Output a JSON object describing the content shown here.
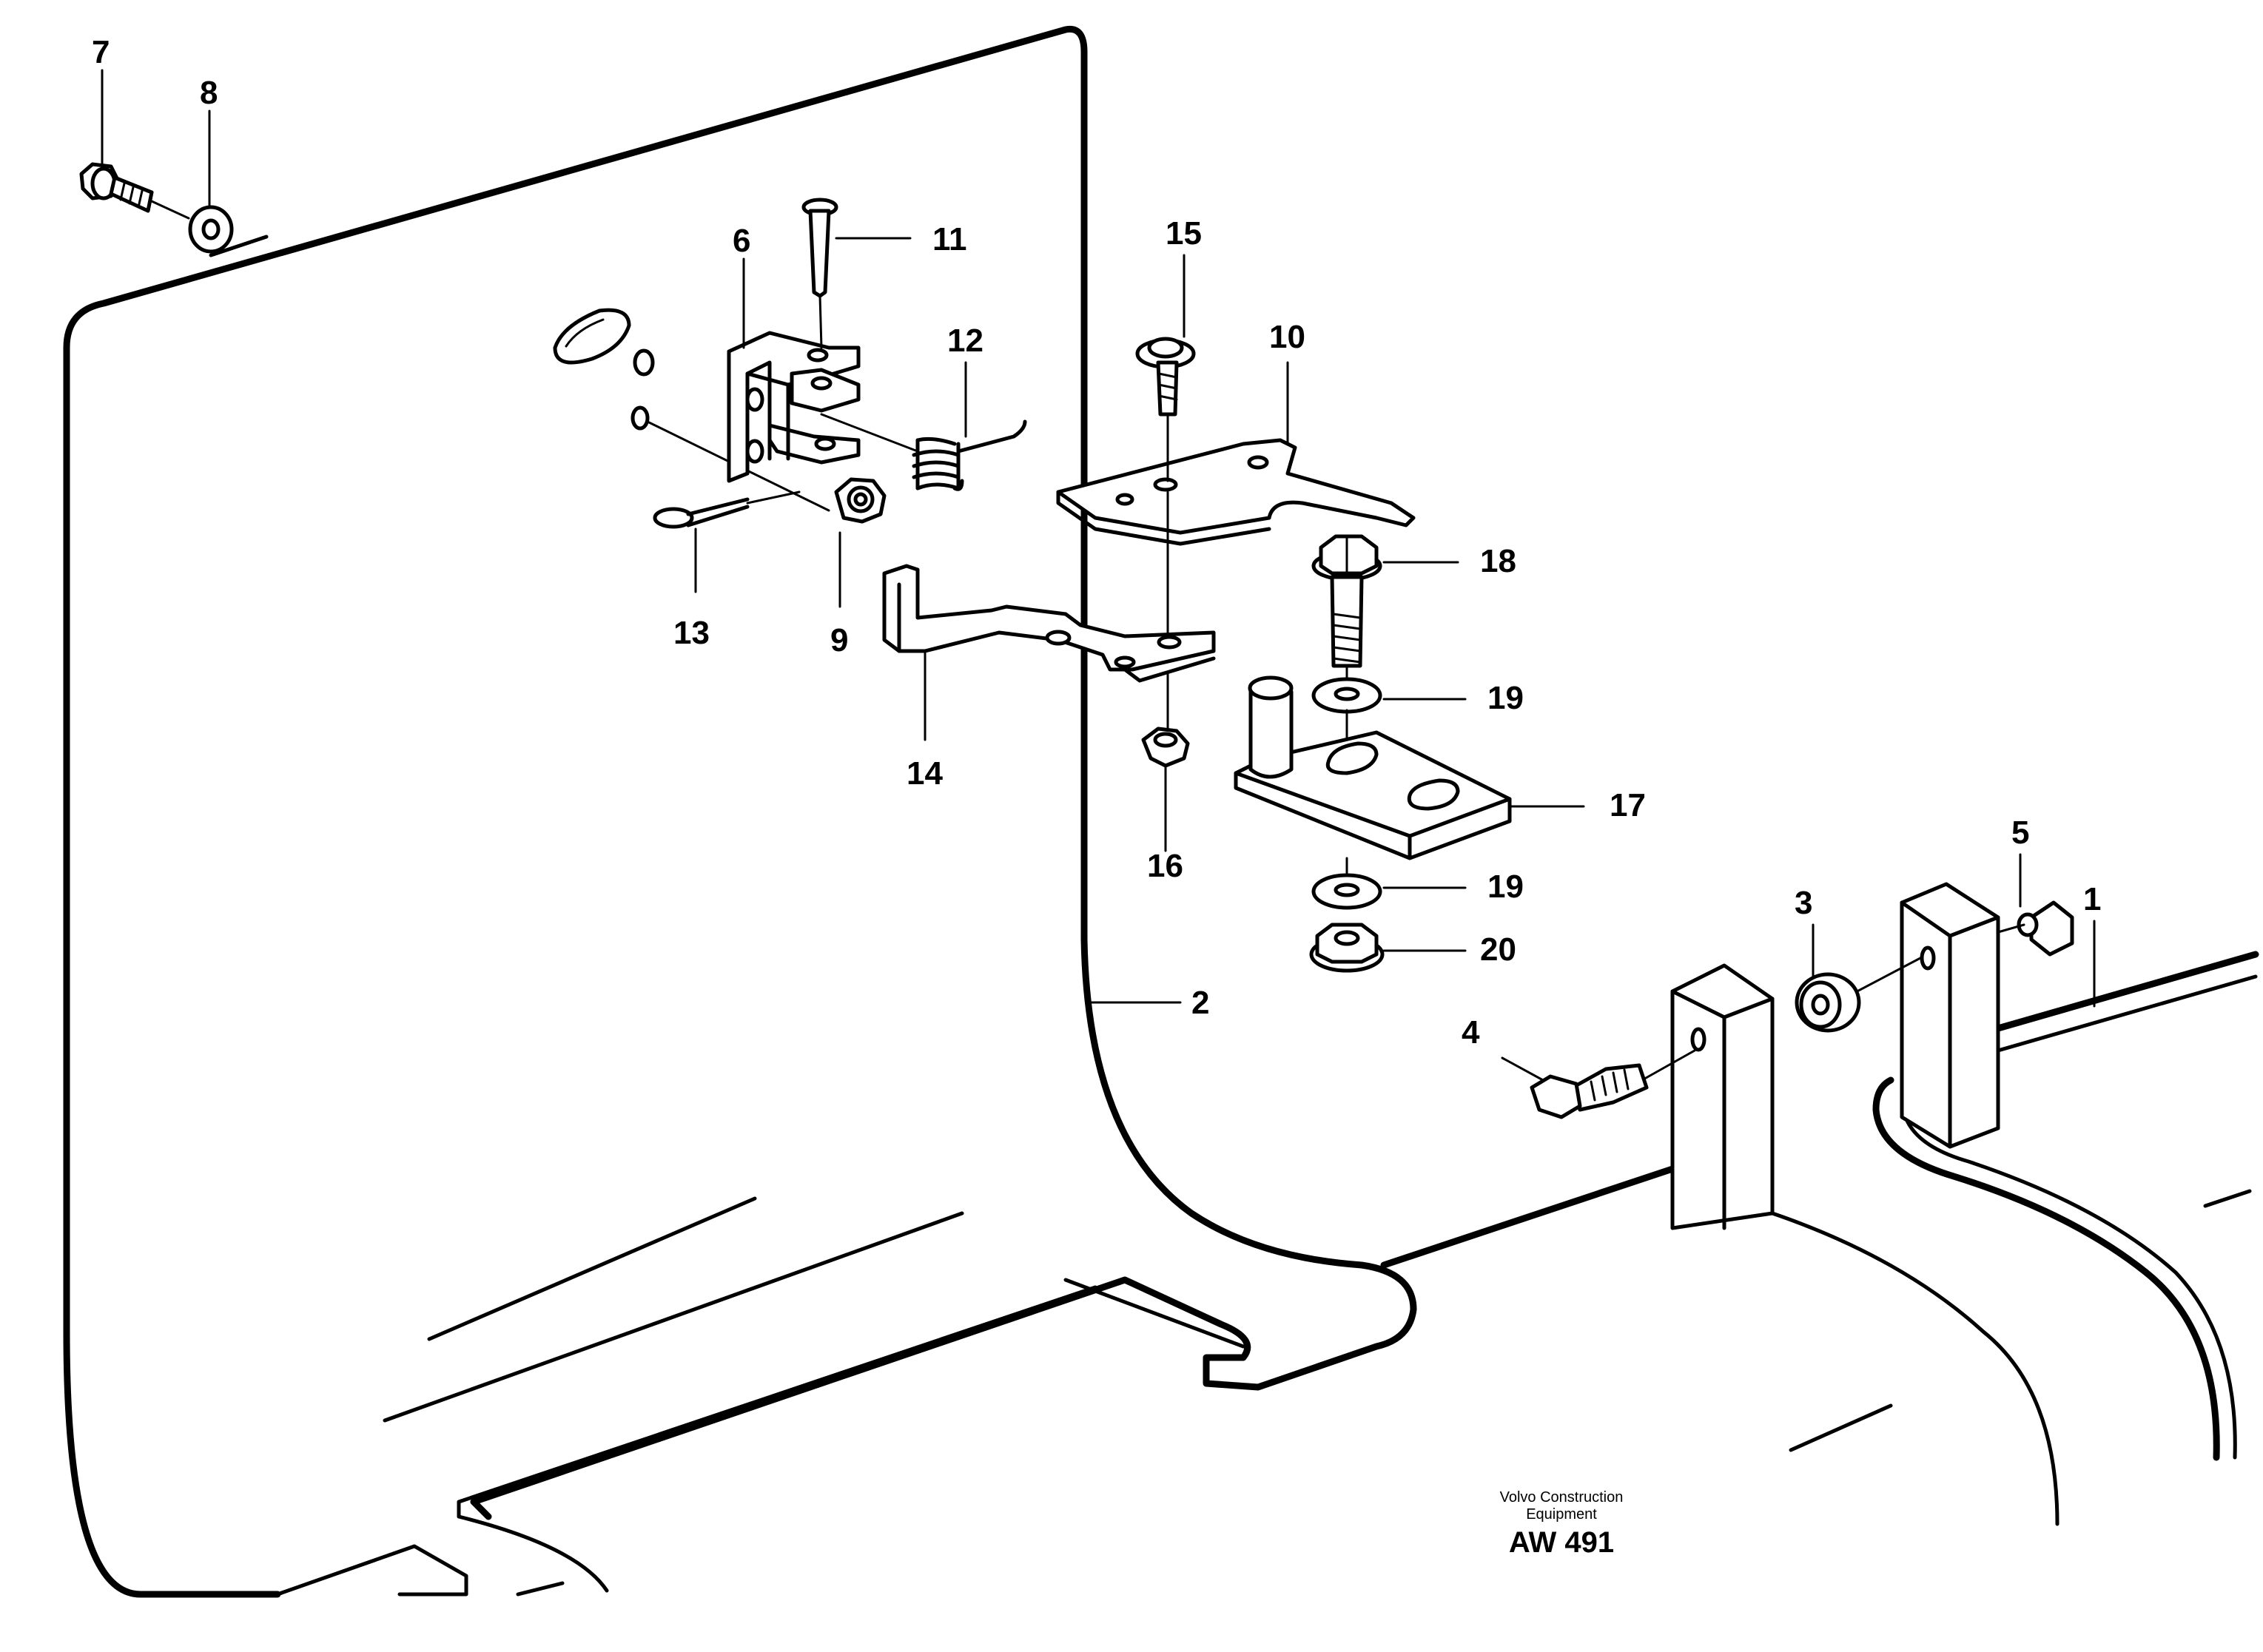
{
  "callouts": [
    {
      "id": "1",
      "label": "1"
    },
    {
      "id": "2",
      "label": "2"
    },
    {
      "id": "3",
      "label": "3"
    },
    {
      "id": "4",
      "label": "4"
    },
    {
      "id": "5",
      "label": "5"
    },
    {
      "id": "6",
      "label": "6"
    },
    {
      "id": "7",
      "label": "7"
    },
    {
      "id": "8",
      "label": "8"
    },
    {
      "id": "9",
      "label": "9"
    },
    {
      "id": "10",
      "label": "10"
    },
    {
      "id": "11",
      "label": "11"
    },
    {
      "id": "12",
      "label": "12"
    },
    {
      "id": "13",
      "label": "13"
    },
    {
      "id": "14",
      "label": "14"
    },
    {
      "id": "15",
      "label": "15"
    },
    {
      "id": "16",
      "label": "16"
    },
    {
      "id": "17",
      "label": "17"
    },
    {
      "id": "18",
      "label": "18"
    },
    {
      "id": "19a",
      "label": "19"
    },
    {
      "id": "19b",
      "label": "19"
    },
    {
      "id": "20",
      "label": "20"
    }
  ],
  "credit": {
    "line1": "Volvo Construction",
    "line2": "Equipment",
    "code": "AW 491"
  }
}
